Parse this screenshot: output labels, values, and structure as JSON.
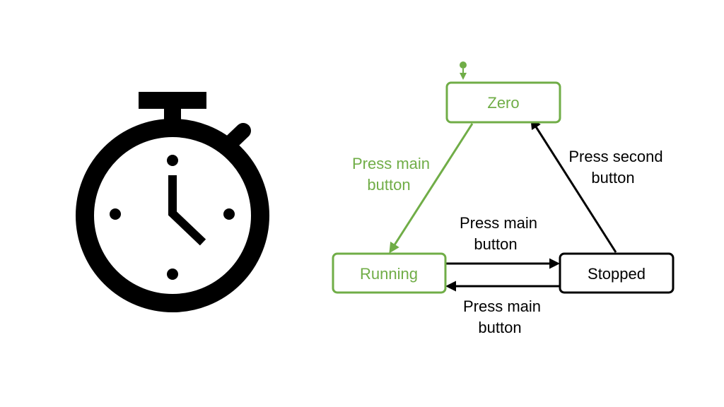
{
  "colors": {
    "active": "#70AD47",
    "ink": "#000000",
    "background": "#FFFFFF"
  },
  "icon": {
    "name": "stopwatch-icon"
  },
  "states": {
    "zero": {
      "label": "Zero"
    },
    "running": {
      "label": "Running"
    },
    "stopped": {
      "label": "Stopped"
    }
  },
  "transitions": {
    "zero_to_running": {
      "line1": "Press main",
      "line2": "button"
    },
    "running_to_stopped": {
      "line1": "Press main",
      "line2": "button"
    },
    "stopped_to_running": {
      "line1": "Press main",
      "line2": "button"
    },
    "stopped_to_zero": {
      "line1": "Press second",
      "line2": "button"
    }
  }
}
